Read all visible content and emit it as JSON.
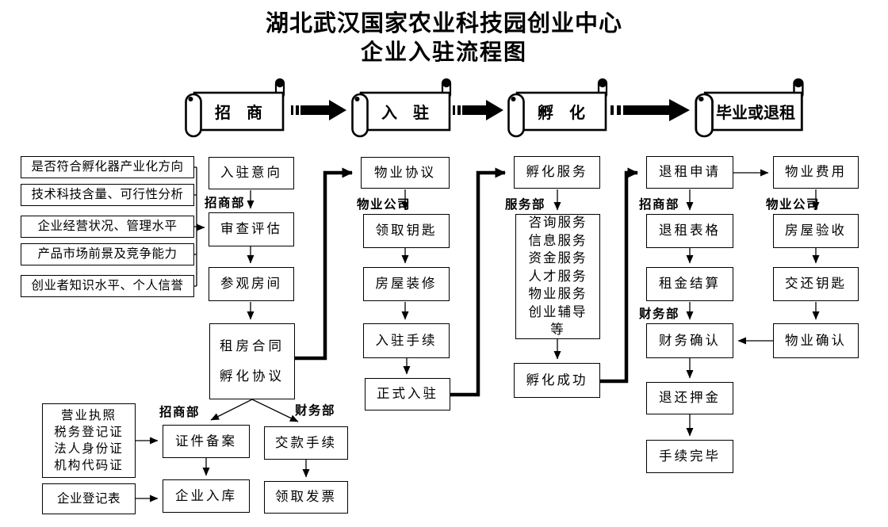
{
  "title": {
    "line1": "湖北武汉国家农业科技园创业中心",
    "line2": "企业入驻流程图"
  },
  "banners": {
    "zhaoshang": "招　商",
    "ruzhu": "入　驻",
    "fuhua": "孵　化",
    "biye": "毕业或退租"
  },
  "dept_labels": {
    "zhaoshangbu": "招商部",
    "caiwubu": "财务部",
    "wuye_gongsi": "物业公司",
    "fuwubu": "服务部"
  },
  "criteria": [
    "是否符合孵化器产业化方向",
    "技术科技含量、可行性分析",
    "企业经营状况、管理水平",
    "产品市场前景及竞争能力",
    "创业者知识水平、个人信誉"
  ],
  "stage_zhaoshang": {
    "intent": "入驻意向",
    "review": "审查评估",
    "visit": "参观房间",
    "contract_line1": "租房合同",
    "contract_line2": "孵化协议",
    "cert_filing": "证件备案",
    "company_entry": "企业入库",
    "payment": "交款手续",
    "invoice": "领取发票",
    "documents": [
      "营业执照",
      "税务登记证",
      "法人身份证",
      "机构代码证"
    ],
    "registration_form": "企业登记表"
  },
  "stage_ruzhu": {
    "property_agreement": "物业协议",
    "get_keys": "领取钥匙",
    "renovation": "房屋装修",
    "checkin_procedure": "入驻手续",
    "official_checkin": "正式入驻"
  },
  "stage_fuhua": {
    "incubation_service": "孵化服务",
    "services": [
      "咨询服务",
      "信息服务",
      "资金服务",
      "人才服务",
      "物业服务",
      "创业辅导",
      "等"
    ],
    "incubation_success": "孵化成功"
  },
  "stage_biye": {
    "termination_request": "退租申请",
    "termination_form": "退租表格",
    "rent_settlement": "租金结算",
    "finance_confirm": "财务确认",
    "deposit_refund": "退还押金",
    "procedure_complete": "手续完毕",
    "property_fee": "物业费用",
    "house_inspection": "房屋验收",
    "return_keys": "交还钥匙",
    "property_confirm": "物业确认"
  }
}
